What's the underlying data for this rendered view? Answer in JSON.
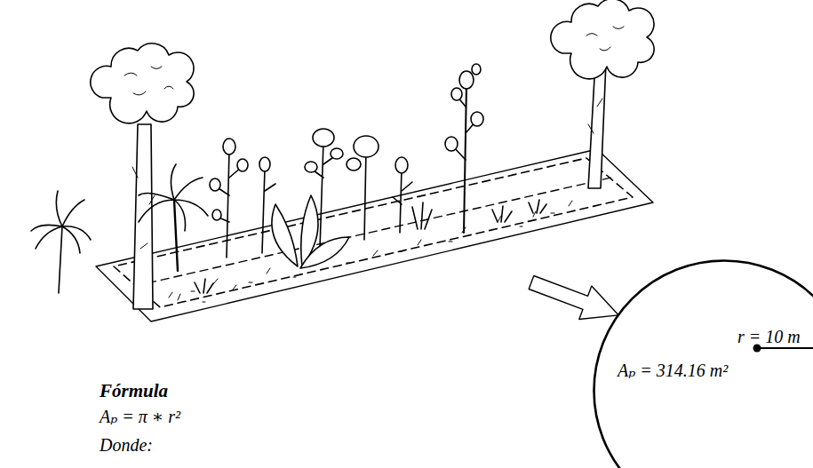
{
  "diagram": {
    "nodes": [
      {
        "text": [
          "r = 10 m",
          "Aₚ = 314.16 m²"
        ]
      }
    ],
    "labels": [
      "Fórmula",
      "Aₚ = π ∗ r²",
      "Donde:"
    ]
  }
}
